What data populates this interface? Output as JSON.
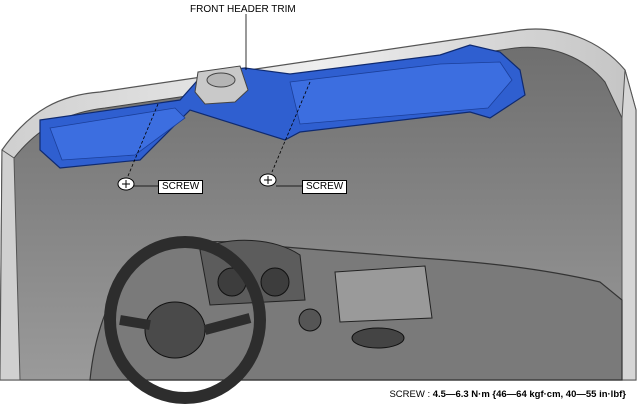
{
  "labels": {
    "front_header_trim": "FRONT HEADER TRIM",
    "screw_left": "SCREW",
    "screw_right": "SCREW"
  },
  "spec": {
    "prefix": "SCREW : ",
    "value": "4.5—6.3 N·m {46—64 kgf·cm, 40—55 in·lbf}"
  },
  "colors": {
    "trim_blue": "#2f5fd0",
    "trim_blue_dark": "#1b3f9a",
    "windshield_gray": "#8a8a8a",
    "frame_light": "#d8d8d8"
  }
}
